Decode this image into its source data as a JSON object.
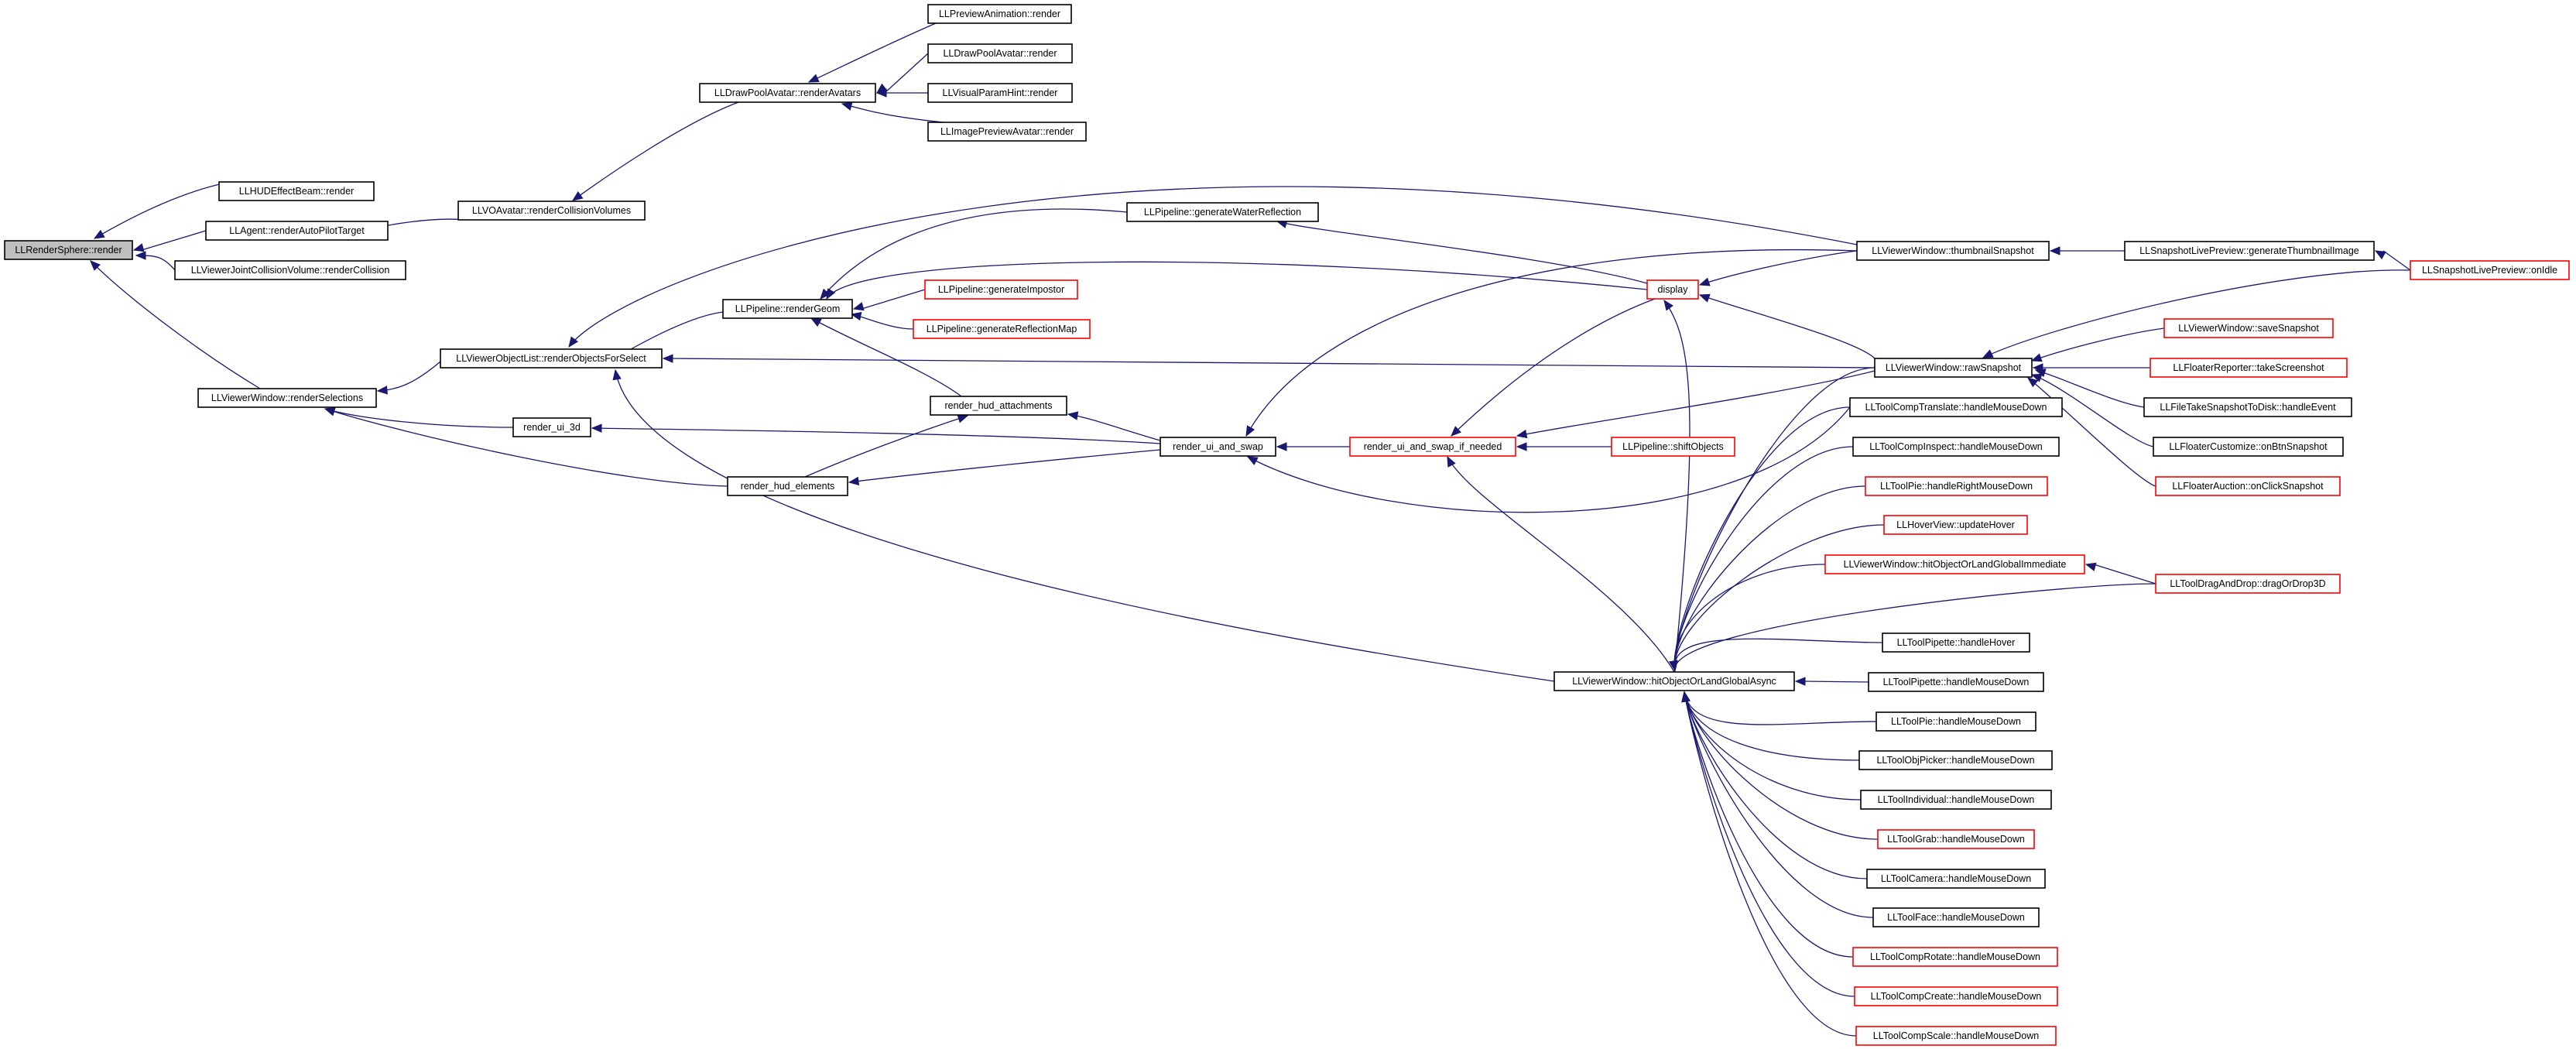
{
  "colors": {
    "edge": "#191970",
    "root_fill": "#bfbfbf",
    "normal_border": "#000000",
    "truncated_border": "#ff0000"
  },
  "nodes": [
    {
      "id": "root",
      "label": "LLRenderSphere::render",
      "style": "root"
    },
    {
      "id": "hud_beam",
      "label": "LLHUDEffectBeam::render",
      "style": "black"
    },
    {
      "id": "agent_autopilot",
      "label": "LLAgent::renderAutoPilotTarget",
      "style": "black"
    },
    {
      "id": "joint_collision",
      "label": "LLViewerJointCollisionVolume::renderCollision",
      "style": "black"
    },
    {
      "id": "vo_collision",
      "label": "LLVOAvatar::renderCollisionVolumes",
      "style": "black"
    },
    {
      "id": "drawpool_avatars",
      "label": "LLDrawPoolAvatar::renderAvatars",
      "style": "black"
    },
    {
      "id": "preview_anim",
      "label": "LLPreviewAnimation::render",
      "style": "black"
    },
    {
      "id": "drawpool_render",
      "label": "LLDrawPoolAvatar::render",
      "style": "black"
    },
    {
      "id": "visual_param",
      "label": "LLVisualParamHint::render",
      "style": "black"
    },
    {
      "id": "image_preview",
      "label": "LLImagePreviewAvatar::render",
      "style": "black"
    },
    {
      "id": "render_selections",
      "label": "LLViewerWindow::renderSelections",
      "style": "black"
    },
    {
      "id": "objects_for_select",
      "label": "LLViewerObjectList::renderObjectsForSelect",
      "style": "black"
    },
    {
      "id": "render_geom",
      "label": "LLPipeline::renderGeom",
      "style": "black"
    },
    {
      "id": "water_reflection",
      "label": "LLPipeline::generateWaterReflection",
      "style": "black"
    },
    {
      "id": "impostor",
      "label": "LLPipeline::generateImpostor",
      "style": "red"
    },
    {
      "id": "reflection_map",
      "label": "LLPipeline::generateReflectionMap",
      "style": "red"
    },
    {
      "id": "render_ui_3d",
      "label": "render_ui_3d",
      "style": "black"
    },
    {
      "id": "hud_attachments",
      "label": "render_hud_attachments",
      "style": "black"
    },
    {
      "id": "hud_elements",
      "label": "render_hud_elements",
      "style": "black"
    },
    {
      "id": "ui_and_swap",
      "label": "render_ui_and_swap",
      "style": "black"
    },
    {
      "id": "ui_and_swap_needed",
      "label": "render_ui_and_swap_if_needed",
      "style": "red"
    },
    {
      "id": "shift_objects",
      "label": "LLPipeline::shiftObjects",
      "style": "red"
    },
    {
      "id": "display",
      "label": "display",
      "style": "red"
    },
    {
      "id": "thumbnail_snapshot",
      "label": "LLViewerWindow::thumbnailSnapshot",
      "style": "black"
    },
    {
      "id": "gen_thumb",
      "label": "LLSnapshotLivePreview::generateThumbnailImage",
      "style": "black"
    },
    {
      "id": "onidle",
      "label": "LLSnapshotLivePreview::onIdle",
      "style": "red"
    },
    {
      "id": "raw_snapshot",
      "label": "LLViewerWindow::rawSnapshot",
      "style": "black"
    },
    {
      "id": "save_snapshot",
      "label": "LLViewerWindow::saveSnapshot",
      "style": "red"
    },
    {
      "id": "take_screenshot",
      "label": "LLFloaterReporter::takeScreenshot",
      "style": "red"
    },
    {
      "id": "snapshot_to_disk",
      "label": "LLFileTakeSnapshotToDisk::handleEvent",
      "style": "black"
    },
    {
      "id": "customize_snapshot",
      "label": "LLFloaterCustomize::onBtnSnapshot",
      "style": "black"
    },
    {
      "id": "auction_snapshot",
      "label": "LLFloaterAuction::onClickSnapshot",
      "style": "red"
    },
    {
      "id": "comp_translate",
      "label": "LLToolCompTranslate::handleMouseDown",
      "style": "black"
    },
    {
      "id": "comp_inspect",
      "label": "LLToolCompInspect::handleMouseDown",
      "style": "black"
    },
    {
      "id": "pie_right",
      "label": "LLToolPie::handleRightMouseDown",
      "style": "red"
    },
    {
      "id": "hover_view",
      "label": "LLHoverView::updateHover",
      "style": "red"
    },
    {
      "id": "hit_immediate",
      "label": "LLViewerWindow::hitObjectOrLandGlobalImmediate",
      "style": "red"
    },
    {
      "id": "drag_drop",
      "label": "LLToolDragAndDrop::dragOrDrop3D",
      "style": "red"
    },
    {
      "id": "hit_async",
      "label": "LLViewerWindow::hitObjectOrLandGlobalAsync",
      "style": "black"
    },
    {
      "id": "pipette_hover",
      "label": "LLToolPipette::handleHover",
      "style": "black"
    },
    {
      "id": "pipette_mouse",
      "label": "LLToolPipette::handleMouseDown",
      "style": "black"
    },
    {
      "id": "pie_mouse",
      "label": "LLToolPie::handleMouseDown",
      "style": "black"
    },
    {
      "id": "obj_picker",
      "label": "LLToolObjPicker::handleMouseDown",
      "style": "black"
    },
    {
      "id": "individual",
      "label": "LLToolIndividual::handleMouseDown",
      "style": "black"
    },
    {
      "id": "grab",
      "label": "LLToolGrab::handleMouseDown",
      "style": "red"
    },
    {
      "id": "camera",
      "label": "LLToolCamera::handleMouseDown",
      "style": "black"
    },
    {
      "id": "face",
      "label": "LLToolFace::handleMouseDown",
      "style": "black"
    },
    {
      "id": "comp_rotate",
      "label": "LLToolCompRotate::handleMouseDown",
      "style": "red"
    },
    {
      "id": "comp_create",
      "label": "LLToolCompCreate::handleMouseDown",
      "style": "red"
    },
    {
      "id": "comp_scale",
      "label": "LLToolCompScale::handleMouseDown",
      "style": "red"
    }
  ]
}
